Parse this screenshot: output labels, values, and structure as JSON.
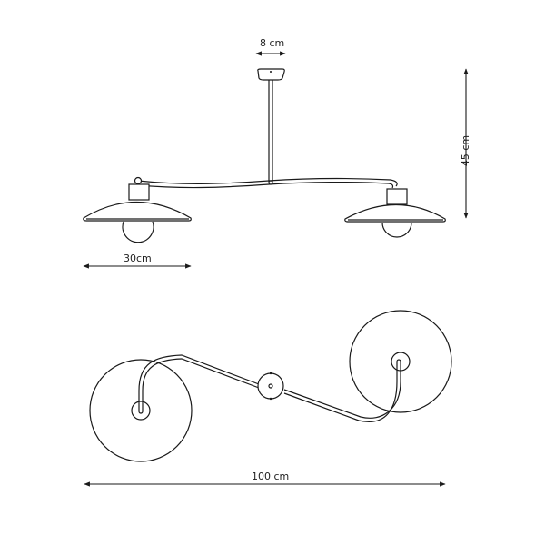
{
  "diagram": {
    "type": "technical-dimension-drawing",
    "subject": "two-arm pendant ceiling lamp",
    "views": [
      "front-elevation",
      "top-plan"
    ],
    "line_color": "#1a1a1a",
    "background": "#ffffff"
  },
  "dimensions": {
    "canopy_width": "8 cm",
    "shade_diameter": "30cm",
    "height": "45 cm",
    "total_width": "100 cm"
  }
}
